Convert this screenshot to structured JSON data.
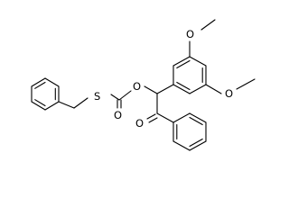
{
  "structure": {
    "atoms": {
      "s": "S",
      "o_ester": "O",
      "o_carbonyl": "O",
      "o_ketone": "O",
      "o_methoxy_top": "O",
      "o_methoxy_right": "O"
    }
  }
}
